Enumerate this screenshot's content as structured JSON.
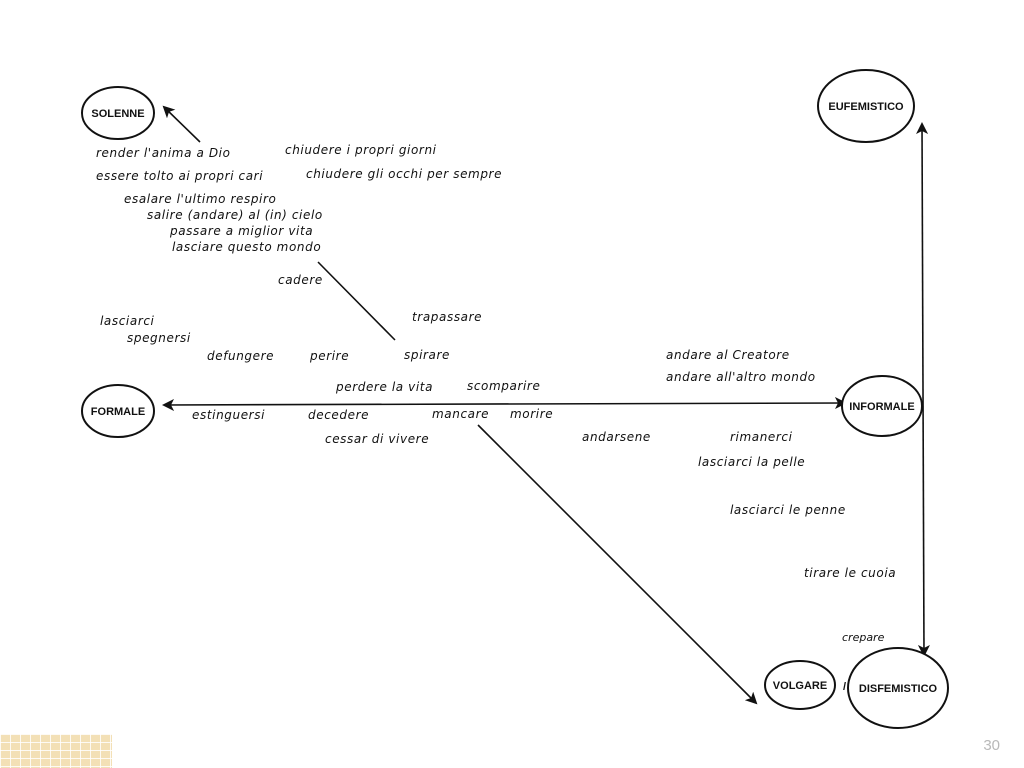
{
  "nodes": {
    "solenne": "SOLENNE",
    "eufemistico": "EUFEMISTICO",
    "formale": "FORMALE",
    "informale": "INFORMALE",
    "volgare": "VOLGARE",
    "slash": "/",
    "disfemistico": "DISFEMISTICO"
  },
  "phrases": {
    "render_anima": "render l'anima a Dio",
    "chiudere_giorni": "chiudere i propri giorni",
    "essere_tolto": "essere tolto ai propri cari",
    "chiudere_occhi": "chiudere gli occhi per sempre",
    "esalare": "esalare l'ultimo respiro",
    "salire": "salire (andare) al (in) cielo",
    "passare": "passare a miglior vita",
    "lasciare_mondo": "lasciare questo mondo",
    "cadere": "cadere",
    "trapassare": "trapassare",
    "lasciarci": "lasciarci",
    "spegnersi": "spegnersi",
    "defungere": "defungere",
    "perire": "perire",
    "spirare": "spirare",
    "andare_creatore": "andare al Creatore",
    "andare_altro_mondo": "andare all'altro mondo",
    "perdere_vita": "perdere la vita",
    "scomparire": "scomparire",
    "estinguersi": "estinguersi",
    "decedere": "decedere",
    "mancare": "mancare",
    "morire": "morire",
    "cessar_vivere": "cessar di vivere",
    "andarsene": "andarsene",
    "rimanerci": "rimanerci",
    "lasciarci_pelle": "lasciarci la pelle",
    "lasciarci_penne": "lasciarci le penne",
    "tirare_cuoia": "tirare le cuoia",
    "crepare": "crepare"
  },
  "footer": {
    "page_number": "30"
  }
}
